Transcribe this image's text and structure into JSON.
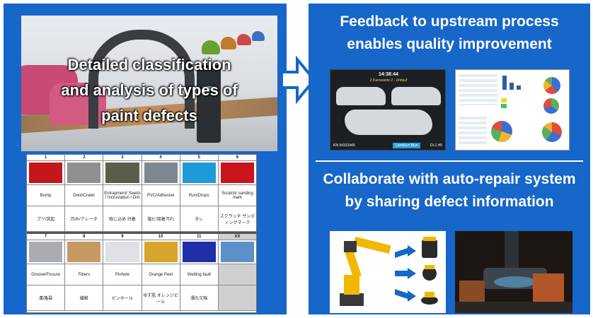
{
  "left": {
    "title_lines": [
      "Detailed classification",
      "and analysis of types of",
      "paint defects"
    ],
    "table": {
      "row1": {
        "numbers": [
          "1",
          "2",
          "3",
          "4",
          "5",
          "6"
        ],
        "names_en": [
          "Bump",
          "Dent/Crater",
          "Entrapment/ Seeds / Incrustation / Dirt",
          "PVC/Adhesive",
          "Run/Drops",
          "Scratch/ sanding mark"
        ],
        "names_jp": [
          "ブツ/突起",
          "凹み/クレータ",
          "陥じ込め 付着",
          "塩ビ/接着汚れ",
          "タレ",
          "スクラッチ サンディングマーク"
        ],
        "colors": [
          "#c4161c",
          "#8f8f8f",
          "#5b5e4a",
          "#7e8790",
          "#1d9ad8",
          "#c9151b"
        ]
      },
      "row2": {
        "numbers": [
          "7",
          "8",
          "9",
          "10",
          "11",
          "XX"
        ],
        "names_en": [
          "Groove/Fissure",
          "Fibers",
          "Pinhole",
          "Orange Peel",
          "Wetting fault",
          ""
        ],
        "names_jp": [
          "溝/亀裂",
          "繊維",
          "ピンホール",
          "ゆず肌 オレンジピール",
          "濡れ欠陥",
          ""
        ],
        "colors": [
          "#a9adb2",
          "#c59a62",
          "#dfe1e6",
          "#d7a52a",
          "#1f2fa8",
          "#5d90c8"
        ]
      }
    }
  },
  "right": {
    "top_heading_lines": [
      "Feedback to upstream process",
      "enables quality improvement"
    ],
    "bottom_heading_lines": [
      "Collaborate with auto-repair system",
      "by sharing defect information"
    ],
    "scan": {
      "time": "14:38:44",
      "subtitle": "Z Karosserie 2 - Umlauf",
      "foot_left": "KN 94152449",
      "foot_mid": "Cambium Blue",
      "foot_right": "DL1 H5"
    }
  },
  "colors": {
    "panel_blue": "#1766c9",
    "white": "#ffffff"
  }
}
